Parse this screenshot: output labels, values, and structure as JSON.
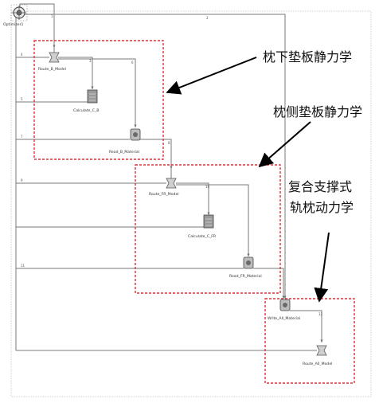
{
  "nodes": {
    "optimizer": {
      "label": "Optimizer1",
      "icon": "optimizer-icon"
    },
    "route_b_model": {
      "label": "Route_B_Model",
      "icon": "route-icon"
    },
    "calculate_c_b": {
      "label": "Calculate_C_B",
      "icon": "calculator-icon"
    },
    "read_b_material": {
      "label": "Read_B_Material",
      "icon": "read-icon"
    },
    "route_fr_model": {
      "label": "Route_FR_Model",
      "icon": "route-icon"
    },
    "calculate_c_fr": {
      "label": "Calculate_C_FR",
      "icon": "calculator-icon"
    },
    "read_fr_material": {
      "label": "Read_FR_Material",
      "icon": "read-icon"
    },
    "write_all_material": {
      "label": "Write_All_Material",
      "icon": "write-icon"
    },
    "route_all_model": {
      "label": "Route_All_Model",
      "icon": "route-icon"
    }
  },
  "annotations": {
    "a1": "枕下垫板静力学",
    "a2": "枕侧垫板静力学",
    "a3_line1": "复合支撑式",
    "a3_line2": "轨枕动力学"
  },
  "link_labels": [
    "1",
    "2",
    "3",
    "4",
    "5",
    "6",
    "7",
    "8",
    "9",
    "10",
    "11",
    "12"
  ],
  "colors": {
    "group_box": "#e0303a",
    "wire": "#6f6f6f",
    "arrow": "#000000"
  }
}
